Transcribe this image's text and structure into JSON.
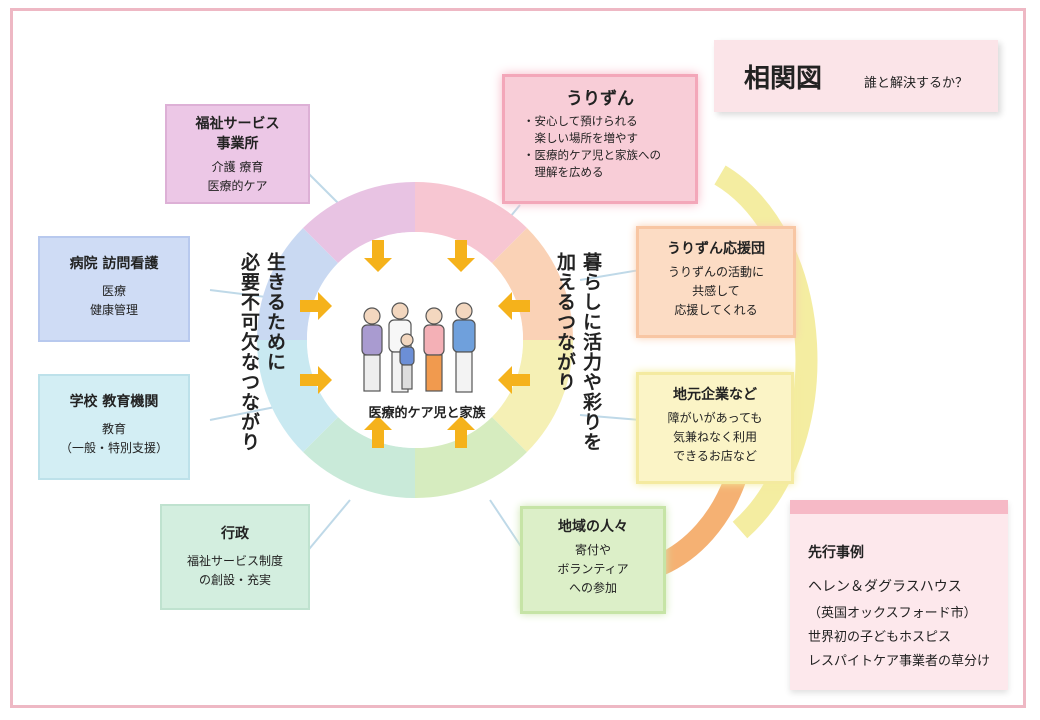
{
  "header": {
    "title": "相関図",
    "subtitle": "誰と解決するか？"
  },
  "center": {
    "label": "医療的ケア児と家族"
  },
  "left_caption": "生きるために\n必要不可欠なつながり",
  "right_caption": "暮らしに活力や彩りを\n加えるつながり",
  "nodes": {
    "welfare": {
      "title": "福祉サービス\n事業所",
      "body": "介護 療育\n医療的ケア"
    },
    "hospital": {
      "title": "病院 訪問看護",
      "body": "医療\n健康管理"
    },
    "school": {
      "title": "学校 教育機関",
      "body": "教育\n（一般・特別支援）"
    },
    "gov": {
      "title": "行政",
      "body": "福祉サービス制度\nの創設・充実"
    },
    "urizun": {
      "title": "うりずん",
      "body": "・安心して預けられる\n　楽しい場所を増やす\n・医療的ケア児と家族への\n　理解を広める"
    },
    "support": {
      "title": "うりずん応援団",
      "body": "うりずんの活動に\n共感して\n応援してくれる"
    },
    "business": {
      "title": "地元企業など",
      "body": "障がいがあっても\n気兼ねなく利用\nできるお店など"
    },
    "community": {
      "title": "地域の人々",
      "body": "寄付や\nボランティア\nへの参加"
    }
  },
  "precedent": {
    "heading": "先行事例",
    "line1": "ヘレン＆ダグラスハウス",
    "line2": "（英国オックスフォード市）",
    "line3": "世界初の子どもホスピス",
    "line4": "レスパイトケア事業者の草分け"
  },
  "colors": {
    "frame": "#eeb8c4",
    "pink": "#f7c6d2",
    "lavender": "#e8c3e3",
    "blue": "#c9d9f2",
    "aqua": "#c9e9f1",
    "mint": "#c9ead9",
    "green": "#d6ecbf",
    "yellow": "#f5f0b5",
    "orange": "#fad2b6",
    "arrow": "#f5b21b"
  }
}
